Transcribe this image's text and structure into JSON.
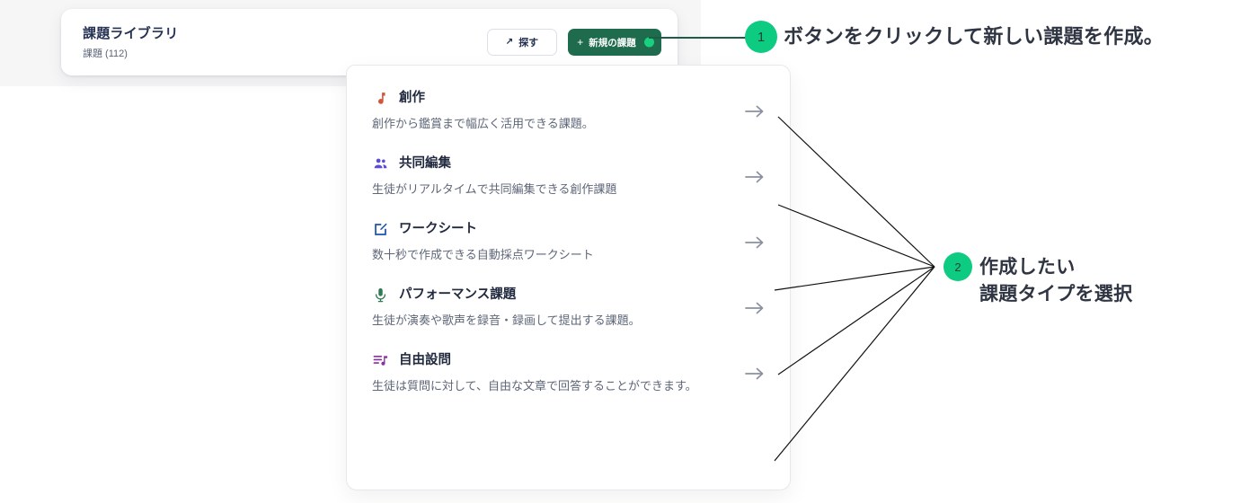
{
  "header": {
    "title": "課題ライブラリ",
    "subtitle": "課題 (112)",
    "explore_button": {
      "label": "探す",
      "icon": "arrow-up-right-icon"
    },
    "new_button": {
      "label": "新規の課題",
      "icon": "plus-icon",
      "status_dot_color": "#18d17f",
      "bg_color": "#1e6b4e"
    }
  },
  "menu": {
    "items": [
      {
        "title": "創作",
        "description": "創作から鑑賞まで幅広く活用できる課題。",
        "icon": "music-note-icon",
        "icon_color": "#d9533c",
        "arrow": "arrow-right-icon"
      },
      {
        "title": "共同編集",
        "description": "生徒がリアルタイムで共同編集できる創作課題",
        "icon": "people-group-icon",
        "icon_color": "#5b4ce0",
        "arrow": "arrow-right-icon"
      },
      {
        "title": "ワークシート",
        "description": "数十秒で作成できる自動採点ワークシート",
        "icon": "edit-square-icon",
        "icon_color": "#1b55a8",
        "arrow": "arrow-right-icon"
      },
      {
        "title": "パフォーマンス課題",
        "description": "生徒が演奏や歌声を録音・録画して提出する課題。",
        "icon": "microphone-icon",
        "icon_color": "#2e7a52",
        "arrow": "arrow-right-icon"
      },
      {
        "title": "自由設問",
        "description": "生徒は質問に対して、自由な文章で回答することができます。",
        "icon": "queue-music-icon",
        "icon_color": "#8a2f9e",
        "arrow": "arrow-right-icon"
      }
    ]
  },
  "annotations": {
    "badge_color": "#0ecb82",
    "callouts": [
      {
        "number": "1",
        "text": "ボタンをクリックして新しい課題を作成。"
      },
      {
        "number": "2",
        "line1": "作成したい",
        "line2": "課題タイプを選択"
      }
    ]
  }
}
